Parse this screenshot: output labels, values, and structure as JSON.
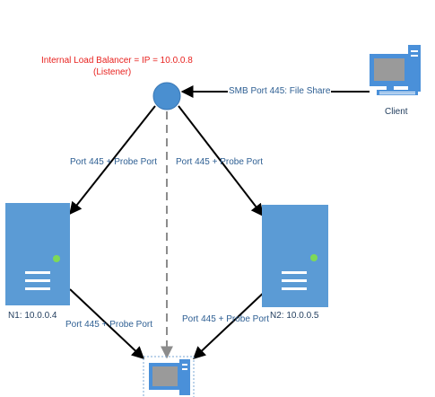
{
  "load_balancer": {
    "title": "Internal Load Balancer = IP = 10.0.0.8",
    "subtitle": "(Listener)"
  },
  "client": {
    "label": "Client",
    "link_label": "SMB Port 445: File Share"
  },
  "nodes": [
    {
      "label": "N1: 10.0.0.4",
      "upper_link_label": "Port 445 + Probe Port",
      "lower_link_label": "Port 445 + Probe Port"
    },
    {
      "label": "N2: 10.0.0.5",
      "upper_link_label": "Port 445 + Probe Port",
      "lower_link_label": "Port 445 + Probe Port"
    }
  ],
  "colors": {
    "title_red": "#e8221f",
    "label_blue": "#2e5f93",
    "server_blue": "#5b9bd5",
    "lb_blue": "#4a8fd0",
    "monitor_blue": "#4a90d9",
    "status_green": "#7ed957",
    "dashed_gray": "#8c8c8c"
  },
  "icons": [
    "load-balancer-circle",
    "client-computer-icon",
    "server-icon",
    "computer-icon"
  ]
}
